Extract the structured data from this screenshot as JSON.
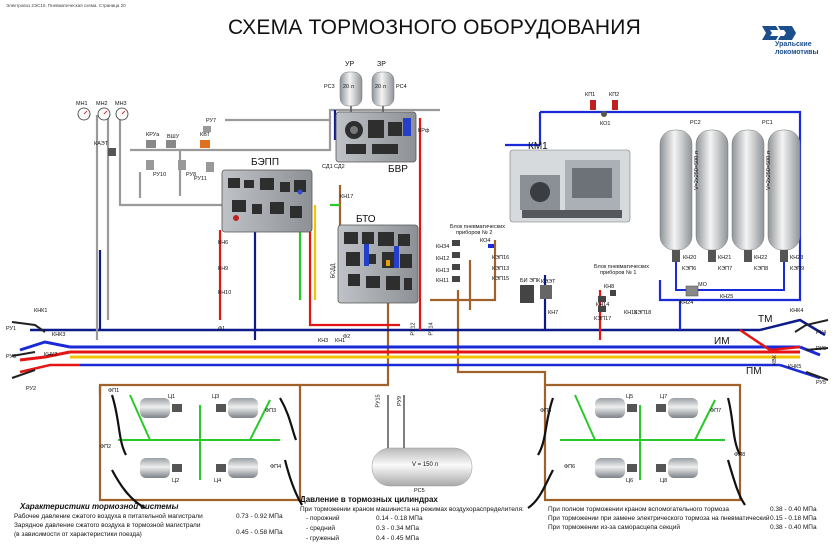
{
  "header": {
    "caption": "Электровоз 2ЭС10. Пневматическая схема. Страница 20"
  },
  "title": "СХЕМА ТОРМОЗНОГО ОБОРУДОВАНИЯ",
  "logo": {
    "line1": "Уральские",
    "line2": "локомотивы"
  },
  "labels": {
    "ur": "УР",
    "zr": "ЗР",
    "rs3": "РС3",
    "rs4": "РС4",
    "vol20a": "20 л",
    "vol20b": "20 л",
    "mn1": "МН1",
    "mn2": "МН2",
    "mn3": "МН3",
    "ru7": "РУ7",
    "kvt": "КВТ",
    "krua": "КРУа",
    "vshu": "ВШУ",
    "kaet": "КАЭТ",
    "ru10": "РУ10",
    "ru8": "РУ8",
    "ru11": "РУ11",
    "bepp": "БЭПП",
    "bvr": "БВР",
    "krf": "КРф",
    "sd1": "СД1",
    "sd2": "СД2",
    "kn17": "КН17",
    "bto": "БТО",
    "km1": "КМ1",
    "kp1": "КП1",
    "kp2": "КП2",
    "ko1": "КО1",
    "rs2": "РС2",
    "rs1": "РС1",
    "tank_a": "V=2x250=500 л",
    "tank_b": "V=2x250=500 л",
    "kn20": "КН20",
    "kn21": "КН21",
    "kn22": "КН22",
    "kn23": "КН23",
    "kep6": "КЭП6",
    "kep7": "КЭП7",
    "kep8": "КЭП8",
    "kep9": "КЭП9",
    "mo": "МО",
    "kn24": "КН24",
    "kn25": "КН25",
    "kn6": "КН6",
    "kn9": "КН9",
    "kn10": "КН10",
    "f1": "Ф1",
    "f2": "Ф2",
    "blok2": "Блок пневматических",
    "blok2b": "приборов № 2",
    "kn34": "КН34",
    "kn12": "КН12",
    "kn13": "КН13",
    "kn11": "КН11",
    "ko4": "КО4",
    "kep16": "КЭП16",
    "kep13": "КЭП13",
    "kep15": "КЭП15",
    "bi_epk": "БИ ЭПК",
    "kn7": "КН7",
    "keet": "КЭЭТ",
    "blok1": "Блок пневматических",
    "blok1b": "приборов № 1",
    "kn8": "КН8",
    "kn14": "КН14",
    "kn15": "КН15",
    "kep17": "КЭП17",
    "kep18": "КЭП18",
    "kvk": "КВК",
    "bsdd": "БСДД",
    "kn3": "КН3",
    "kn1": "КН1",
    "ru12": "РУ12",
    "ru14": "РУ14",
    "ru15": "РУ15",
    "ru9": "РУ9",
    "knk1": "КНК1",
    "knk3": "КНК3",
    "knk2": "КНК2",
    "ru1": "РУ1",
    "ru3": "РУ3",
    "ru2": "РУ2",
    "knk4": "КНК4",
    "knk5": "КНК5",
    "ru4": "РУ4",
    "ru5": "РУ5",
    "ru6": "РУ6",
    "tm": "ТМ",
    "im": "ИМ",
    "pm": "ПМ",
    "fp1": "ФП1",
    "fp2": "ФП2",
    "fp3": "ФП3",
    "fp4": "ФП4",
    "fp5": "ФП5",
    "fp6": "ФП6",
    "fp7": "ФП7",
    "fp8": "ФП8",
    "c1": "Ц1",
    "c2": "Ц2",
    "c3": "Ц3",
    "c4": "Ц4",
    "c5": "Ц5",
    "c6": "Ц6",
    "c7": "Ц7",
    "c8": "Ц8",
    "rs5": "РС5",
    "rs5_vol": "V = 150 л"
  },
  "footer": {
    "left_title": "Характеристики тормозной системы",
    "left_rows": [
      {
        "label": "Рабочее давление сжатого воздуха в питательной магистрали",
        "value": "0.73 - 0.92 МПа"
      },
      {
        "label": "Зарядное давление сжатого воздуха в тормозной магистрали",
        "value": ""
      },
      {
        "label": "(в зависимости от характеристики поезда)",
        "value": "0.45 - 0.58 МПа"
      }
    ],
    "mid_title": "Давление в тормозных цилиндрах",
    "mid_intro": "При торможении краном машиниста на режимах воздухораспределителя:",
    "mid_rows": [
      {
        "label": "- порожний",
        "value": "0.14 - 0.18 МПа"
      },
      {
        "label": "- средний",
        "value": "0.3 - 0.34 МПа"
      },
      {
        "label": "- груженый",
        "value": "0.4 - 0.45 МПа"
      }
    ],
    "right_rows": [
      {
        "label": "При полном торможении краном вспомогательного тормоза",
        "value": "0.38 - 0.40 МПа"
      },
      {
        "label": "При торможении при замене электрического тормоза на пневматический",
        "value": "0.15 - 0.18 МПа"
      },
      {
        "label": "При торможении из-за саморасцепа секций",
        "value": "0.38 - 0.40 МПа"
      }
    ]
  },
  "colors": {
    "pm": "#1a2ad6",
    "tm": "#e31515",
    "im": "#f2c300",
    "cyl": "#2ac92a",
    "brown": "#a0622a",
    "gray": "#9a9a9a",
    "navy": "#0d1a8a"
  }
}
